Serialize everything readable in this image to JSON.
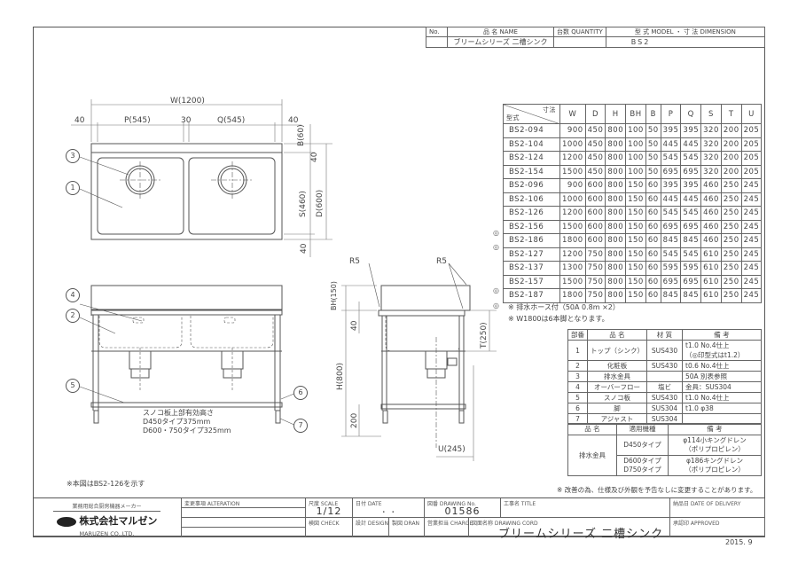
{
  "title_block_top": {
    "headers": [
      "No.",
      "品 名 NAME",
      "台数 QUANTITY",
      "型 式 MODEL ・ 寸 法 DIMENSION"
    ],
    "row": [
      "",
      "ブリームシリーズ 二槽シンク",
      "",
      "BS2"
    ]
  },
  "plan_view": {
    "dim_w": "W(1200)",
    "dim_left": "40",
    "dim_p": "P(545)",
    "dim_mid": "30",
    "dim_q": "Q(545)",
    "dim_right": "40",
    "dim_b": "B(60)",
    "dim_top40": "40",
    "dim_s": "S(460)",
    "dim_d": "D(600)",
    "dim_bottom40": "40",
    "callouts": [
      "3",
      "1"
    ]
  },
  "front_view": {
    "callouts": [
      "4",
      "2",
      "5",
      "6",
      "7"
    ],
    "shelf_note": [
      "スノコ板上部有効高さ",
      "D450タイプ375mm",
      "D600・750タイプ325mm"
    ]
  },
  "side_view": {
    "r5_left": "R5",
    "r5_right": "R5",
    "dim_bh": "BH(150)",
    "dim_40": "40",
    "dim_h": "H(800)",
    "dim_200": "200",
    "dim_t": "T(250)",
    "dim_u": "U(245)"
  },
  "spec_table": {
    "corner_top": "寸法",
    "corner_bottom": "型式",
    "columns": [
      "W",
      "D",
      "H",
      "BH",
      "B",
      "P",
      "Q",
      "S",
      "T",
      "U"
    ],
    "rows": [
      {
        "mark": "",
        "model": "BS2-094",
        "values": [
          "900",
          "450",
          "800",
          "100",
          "50",
          "395",
          "395",
          "320",
          "200",
          "205"
        ]
      },
      {
        "mark": "",
        "model": "BS2-104",
        "values": [
          "1000",
          "450",
          "800",
          "100",
          "50",
          "445",
          "445",
          "320",
          "200",
          "205"
        ]
      },
      {
        "mark": "",
        "model": "BS2-124",
        "values": [
          "1200",
          "450",
          "800",
          "100",
          "50",
          "545",
          "545",
          "320",
          "200",
          "205"
        ]
      },
      {
        "mark": "",
        "model": "BS2-154",
        "values": [
          "1500",
          "450",
          "800",
          "100",
          "50",
          "695",
          "695",
          "320",
          "200",
          "205"
        ]
      },
      {
        "mark": "",
        "model": "BS2-096",
        "values": [
          "900",
          "600",
          "800",
          "150",
          "60",
          "395",
          "395",
          "460",
          "250",
          "245"
        ]
      },
      {
        "mark": "",
        "model": "BS2-106",
        "values": [
          "1000",
          "600",
          "800",
          "150",
          "60",
          "445",
          "445",
          "460",
          "250",
          "245"
        ]
      },
      {
        "mark": "",
        "model": "BS2-126",
        "values": [
          "1200",
          "600",
          "800",
          "150",
          "60",
          "545",
          "545",
          "460",
          "250",
          "245"
        ]
      },
      {
        "mark": "◎",
        "model": "BS2-156",
        "values": [
          "1500",
          "600",
          "800",
          "150",
          "60",
          "695",
          "695",
          "460",
          "250",
          "245"
        ]
      },
      {
        "mark": "◎",
        "model": "BS2-186",
        "values": [
          "1800",
          "600",
          "800",
          "150",
          "60",
          "845",
          "845",
          "460",
          "250",
          "245"
        ]
      },
      {
        "mark": "",
        "model": "BS2-127",
        "values": [
          "1200",
          "750",
          "800",
          "150",
          "60",
          "545",
          "545",
          "610",
          "250",
          "245"
        ]
      },
      {
        "mark": "",
        "model": "BS2-137",
        "values": [
          "1300",
          "750",
          "800",
          "150",
          "60",
          "595",
          "595",
          "610",
          "250",
          "245"
        ]
      },
      {
        "mark": "◎",
        "model": "BS2-157",
        "values": [
          "1500",
          "750",
          "800",
          "150",
          "60",
          "695",
          "695",
          "610",
          "250",
          "245"
        ]
      },
      {
        "mark": "◎",
        "model": "BS2-187",
        "values": [
          "1800",
          "750",
          "800",
          "150",
          "60",
          "845",
          "845",
          "610",
          "250",
          "245"
        ]
      }
    ]
  },
  "notes": [
    "※ 排水ホース付（50A 0.8m ×2）",
    "※ W1800は6本脚となります。"
  ],
  "parts_table": {
    "headers": [
      "部番",
      "品 名",
      "材 質",
      "備 考"
    ],
    "rows": [
      {
        "no": "1",
        "name": "トップ（シンク）",
        "material": "SUS430",
        "remark": "t1.0 No.4仕上",
        "remark2": "（◎印型式はt1.2）"
      },
      {
        "no": "2",
        "name": "化粧板",
        "material": "SUS430",
        "remark": "t0.6 No.4仕上",
        "remark2": ""
      },
      {
        "no": "3",
        "name": "排水金具",
        "material": "",
        "remark": "50A 別表参照",
        "remark2": ""
      },
      {
        "no": "4",
        "name": "オーバーフロー",
        "material": "塩ビ",
        "remark": "金具：SUS304",
        "remark2": ""
      },
      {
        "no": "5",
        "name": "スノコ板",
        "material": "SUS430",
        "remark": "t1.0 No.4仕上",
        "remark2": ""
      },
      {
        "no": "6",
        "name": "脚",
        "material": "SUS304",
        "remark": "t1.0 φ38",
        "remark2": ""
      },
      {
        "no": "7",
        "name": "アジャスト",
        "material": "SUS304",
        "remark": "",
        "remark2": ""
      }
    ]
  },
  "drain_table": {
    "headers": [
      "品 名",
      "適用機種",
      "備 考"
    ],
    "item": "排水金具",
    "rows": [
      {
        "type": "D450タイプ",
        "type2": "",
        "remark": "φ114小キングドレン",
        "remark2": "（ポリプロピレン）"
      },
      {
        "type": "D600タイプ",
        "type2": "D750タイプ",
        "remark": "φ186キングドレン",
        "remark2": "（ポリプロピレン）"
      }
    ]
  },
  "figure_note": "※本図はBS2-126を示す",
  "disclaimer": "※ 改善の為、仕様及び外観を予告なしに変更することがあります。",
  "title_block": {
    "company_tagline": "業務用総合厨房機器メーカー",
    "company_name": "株式会社マルゼン",
    "company_en": "MARUZEN CO.,LTD.",
    "alteration_label": "変更事項 ALTERATION",
    "scale_label": "尺度 SCALE",
    "scale_value": "1/12",
    "date_label": "日付 DATE",
    "date_value": "・ ・",
    "drawing_no_label": "図番 DRAWING No.",
    "drawing_no_value": "01586",
    "title_label": "工事名 TITLE",
    "delivery_label": "納品日 DATE OF DELIVERY",
    "check_label": "検図 CHECK",
    "design_label": "設計 DESIGN",
    "drawn_label": "製図 DRAN",
    "charge_label": "営業担当 CHARGE",
    "drawing_name_label": "図面名称 DRAWING CORD",
    "drawing_name_value": "ブリームシリーズ 二槽シンク",
    "approved_label": "承認印 APPROVED",
    "revision_date": "2015. 9"
  }
}
